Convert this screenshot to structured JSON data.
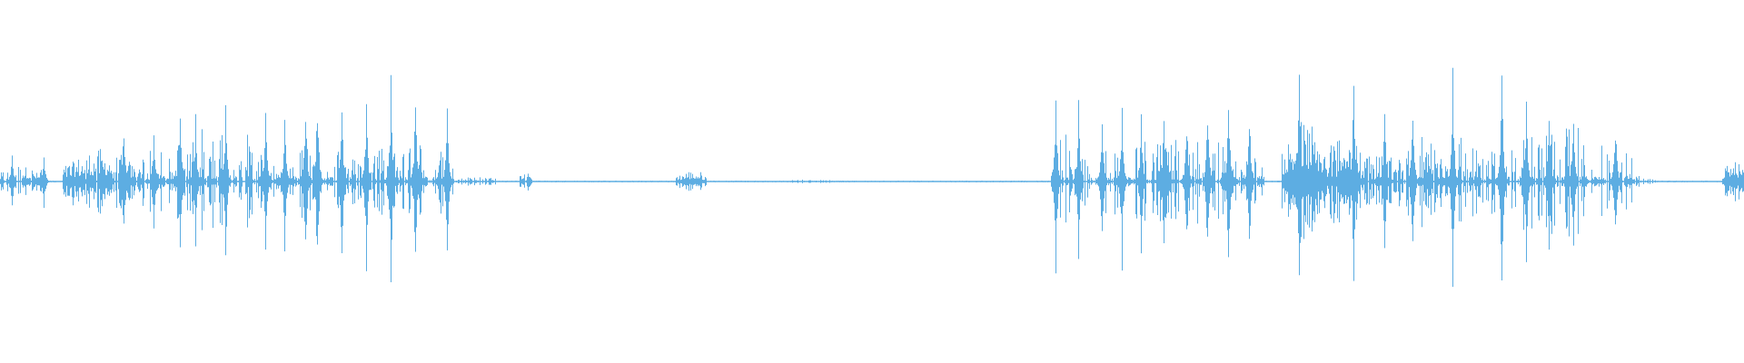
{
  "waveform": {
    "color": "#5dade2",
    "background": "#ffffff",
    "segments": [
      {
        "start": 0.0,
        "end": 0.022,
        "amp": 0.16,
        "density": 0.7
      },
      {
        "start": 0.022,
        "end": 0.024,
        "amp": 0.15,
        "density": 0.9
      },
      {
        "start": 0.036,
        "end": 0.078,
        "amp": 0.3,
        "density": 0.85
      },
      {
        "start": 0.078,
        "end": 0.09,
        "amp": 0.35,
        "density": 0.55
      },
      {
        "start": 0.09,
        "end": 0.155,
        "amp": 0.55,
        "density": 0.45
      },
      {
        "start": 0.155,
        "end": 0.2,
        "amp": 0.48,
        "density": 0.4
      },
      {
        "start": 0.2,
        "end": 0.26,
        "amp": 0.45,
        "density": 0.5
      },
      {
        "start": 0.26,
        "end": 0.285,
        "amp": 0.05,
        "density": 0.6
      },
      {
        "start": 0.298,
        "end": 0.305,
        "amp": 0.13,
        "density": 0.9
      },
      {
        "start": 0.388,
        "end": 0.405,
        "amp": 0.11,
        "density": 1.0
      },
      {
        "start": 0.45,
        "end": 0.48,
        "amp": 0.02,
        "density": 0.7
      },
      {
        "start": 0.603,
        "end": 0.615,
        "amp": 0.45,
        "density": 0.7
      },
      {
        "start": 0.615,
        "end": 0.725,
        "amp": 0.45,
        "density": 0.45
      },
      {
        "start": 0.735,
        "end": 0.76,
        "amp": 0.58,
        "density": 1.0
      },
      {
        "start": 0.76,
        "end": 0.78,
        "amp": 0.55,
        "density": 0.9
      },
      {
        "start": 0.78,
        "end": 0.83,
        "amp": 0.45,
        "density": 0.55
      },
      {
        "start": 0.83,
        "end": 0.85,
        "amp": 0.45,
        "density": 0.5
      },
      {
        "start": 0.85,
        "end": 0.94,
        "amp": 0.52,
        "density": 0.45
      },
      {
        "start": 0.94,
        "end": 0.95,
        "amp": 0.03,
        "density": 0.6
      },
      {
        "start": 0.988,
        "end": 1.0,
        "amp": 0.22,
        "density": 1.0
      }
    ],
    "spikes": [
      {
        "pos": 0.007,
        "amp": 0.16
      },
      {
        "pos": 0.025,
        "amp": 0.15
      },
      {
        "pos": 0.071,
        "amp": 0.35
      },
      {
        "pos": 0.088,
        "amp": 0.33
      },
      {
        "pos": 0.103,
        "amp": 0.47
      },
      {
        "pos": 0.112,
        "amp": 0.36
      },
      {
        "pos": 0.129,
        "amp": 0.45
      },
      {
        "pos": 0.152,
        "amp": 0.4
      },
      {
        "pos": 0.163,
        "amp": 0.38
      },
      {
        "pos": 0.175,
        "amp": 0.58
      },
      {
        "pos": 0.182,
        "amp": 0.55
      },
      {
        "pos": 0.196,
        "amp": 0.48
      },
      {
        "pos": 0.21,
        "amp": 0.52
      },
      {
        "pos": 0.224,
        "amp": 0.6
      },
      {
        "pos": 0.238,
        "amp": 0.57
      },
      {
        "pos": 0.256,
        "amp": 0.45
      },
      {
        "pos": 0.605,
        "amp": 0.48
      },
      {
        "pos": 0.618,
        "amp": 0.45
      },
      {
        "pos": 0.632,
        "amp": 0.46
      },
      {
        "pos": 0.643,
        "amp": 0.46
      },
      {
        "pos": 0.654,
        "amp": 0.43
      },
      {
        "pos": 0.667,
        "amp": 0.46
      },
      {
        "pos": 0.68,
        "amp": 0.43
      },
      {
        "pos": 0.692,
        "amp": 0.49
      },
      {
        "pos": 0.704,
        "amp": 0.47
      },
      {
        "pos": 0.716,
        "amp": 0.45
      },
      {
        "pos": 0.745,
        "amp": 0.67
      },
      {
        "pos": 0.776,
        "amp": 0.62
      },
      {
        "pos": 0.794,
        "amp": 0.45
      },
      {
        "pos": 0.81,
        "amp": 0.5
      },
      {
        "pos": 0.833,
        "amp": 0.6
      },
      {
        "pos": 0.861,
        "amp": 0.66
      },
      {
        "pos": 0.875,
        "amp": 0.45
      },
      {
        "pos": 0.888,
        "amp": 0.49
      },
      {
        "pos": 0.902,
        "amp": 0.42
      },
      {
        "pos": 0.926,
        "amp": 0.39
      }
    ]
  }
}
